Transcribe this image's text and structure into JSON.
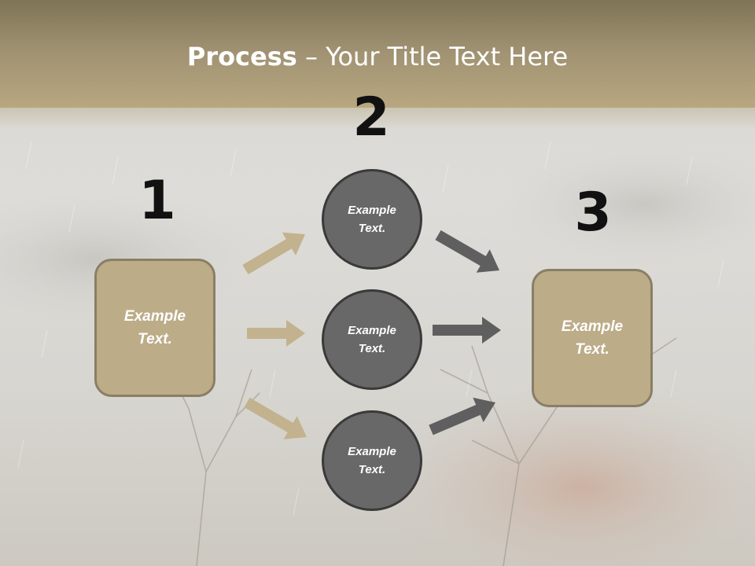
{
  "title": {
    "bold": "Process",
    "rest": " – Your Title Text Here"
  },
  "steps": {
    "one": "1",
    "two": "2",
    "three": "3"
  },
  "left_box": {
    "text": "Example Text."
  },
  "circles": [
    {
      "text": "Example Text."
    },
    {
      "text": "Example Text."
    },
    {
      "text": "Example Text."
    }
  ],
  "right_box": {
    "text": "Example Text."
  },
  "colors": {
    "tan": "#bcac88",
    "tan_arrow": "#c2b28e",
    "gray_circle": "#686868",
    "gray_arrow": "#5f5f5f",
    "title_bar": "#a19373"
  }
}
